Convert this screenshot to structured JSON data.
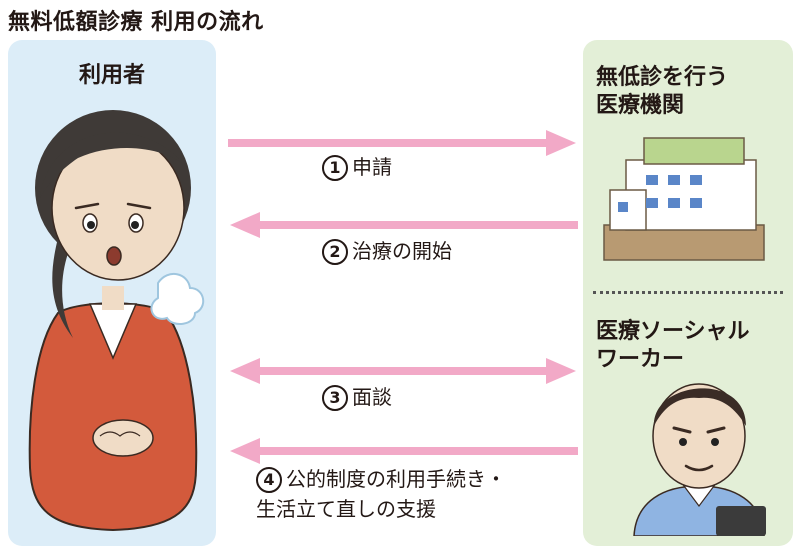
{
  "title": "無料低額診療 利用の流れ",
  "panels": {
    "user_label": "利用者",
    "facility_label_line1": "無低診を行う",
    "facility_label_line2": "医療機関",
    "worker_label_line1": "医療ソーシャル",
    "worker_label_line2": "ワーカー"
  },
  "steps": [
    {
      "num": "1",
      "text": "申請"
    },
    {
      "num": "2",
      "text": "治療の開始"
    },
    {
      "num": "3",
      "text": "面談"
    },
    {
      "num": "4",
      "text_line1": "公的制度の利用手続き・",
      "text_line2": "生活立て直しの支援"
    }
  ],
  "colors": {
    "user_panel": "#dcedf8",
    "facility_panel": "#e3efd7",
    "arrow": "#f2a9c7",
    "skin": "#f0dcc6",
    "shirt": "#d35a3c"
  }
}
